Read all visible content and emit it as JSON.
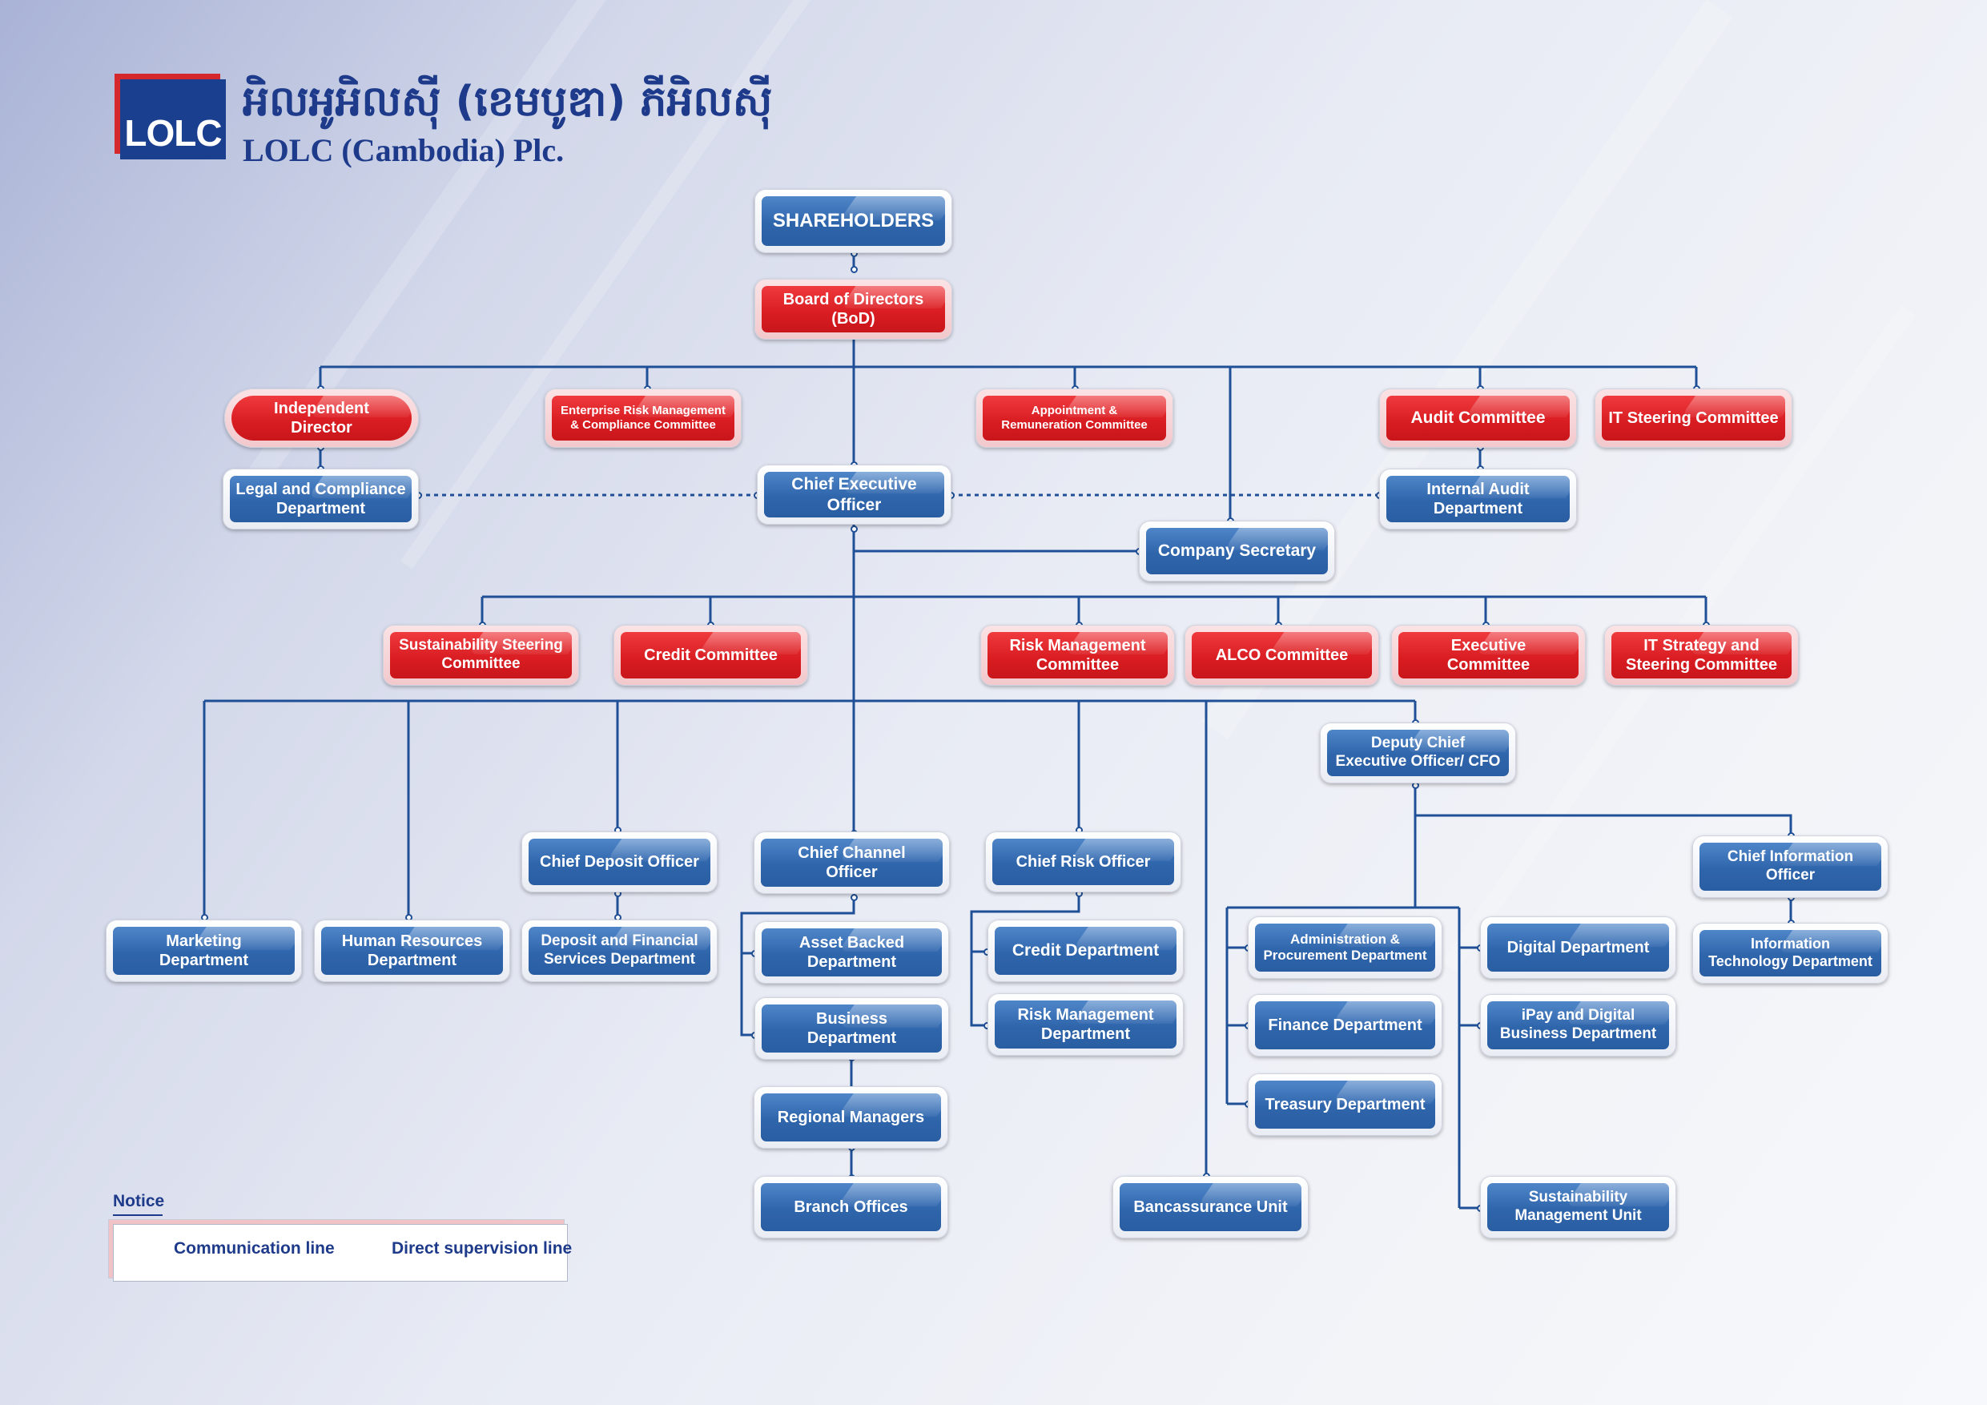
{
  "header": {
    "logo_text": "LOLC",
    "company_name_khmer": "អិលអូអិលស៊ី (ខេមបូឌា) ភីអិលស៊ី",
    "company_name": "LOLC (Cambodia) Plc."
  },
  "colors": {
    "node_blue": "#2f65ab",
    "node_red": "#d81c21",
    "line": "#1f4f96",
    "brand_navy": "#1e3a8a",
    "brand_red": "#d4282c"
  },
  "org": {
    "shareholders": "SHAREHOLDERS",
    "bod": "Board of Directors\n(BoD)",
    "independent_director": "Independent\nDirector",
    "erm_committee": "Enterprise Risk Management\n& Compliance Committee",
    "appointment_committee": "Appointment &\nRemuneration Committee",
    "audit_committee": "Audit Committee",
    "it_steering_committee": "IT Steering Committee",
    "legal_compliance": "Legal and Compliance\nDepartment",
    "ceo": "Chief Executive\nOfficer",
    "internal_audit": "Internal Audit\nDepartment",
    "company_secretary": "Company Secretary",
    "sustainability_steering": "Sustainability Steering\nCommittee",
    "credit_committee": "Credit Committee",
    "risk_committee": "Risk Management\nCommittee",
    "alco_committee": "ALCO Committee",
    "executive_committee": "Executive\nCommittee",
    "it_strategy_committee": "IT Strategy and\nSteering Committee",
    "deputy_ceo": "Deputy Chief\nExecutive Officer/ CFO",
    "marketing": "Marketing\nDepartment",
    "hr": "Human Resources\nDepartment",
    "chief_deposit": "Chief Deposit Officer",
    "deposit_services": "Deposit and Financial\nServices Department",
    "chief_channel": "Chief Channel\nOfficer",
    "asset_backed": "Asset Backed\nDepartment",
    "business_dept": "Business\nDepartment",
    "regional_managers": "Regional Managers",
    "branch_offices": "Branch Offices",
    "chief_risk": "Chief Risk Officer",
    "credit_dept": "Credit Department",
    "risk_dept": "Risk Management\nDepartment",
    "bancassurance": "Bancassurance Unit",
    "admin_procurement": "Administration &\nProcurement Department",
    "finance_dept": "Finance Department",
    "treasury_dept": "Treasury Department",
    "digital_dept": "Digital Department",
    "ipay_dept": "iPay and Digital\nBusiness Department",
    "sustainability_unit": "Sustainability\nManagement Unit",
    "cio": "Chief Information\nOfficer",
    "it_dept": "Information\nTechnology Department"
  },
  "legend": {
    "title": "Notice",
    "communication": "Communication line",
    "direct": "Direct supervision line"
  }
}
